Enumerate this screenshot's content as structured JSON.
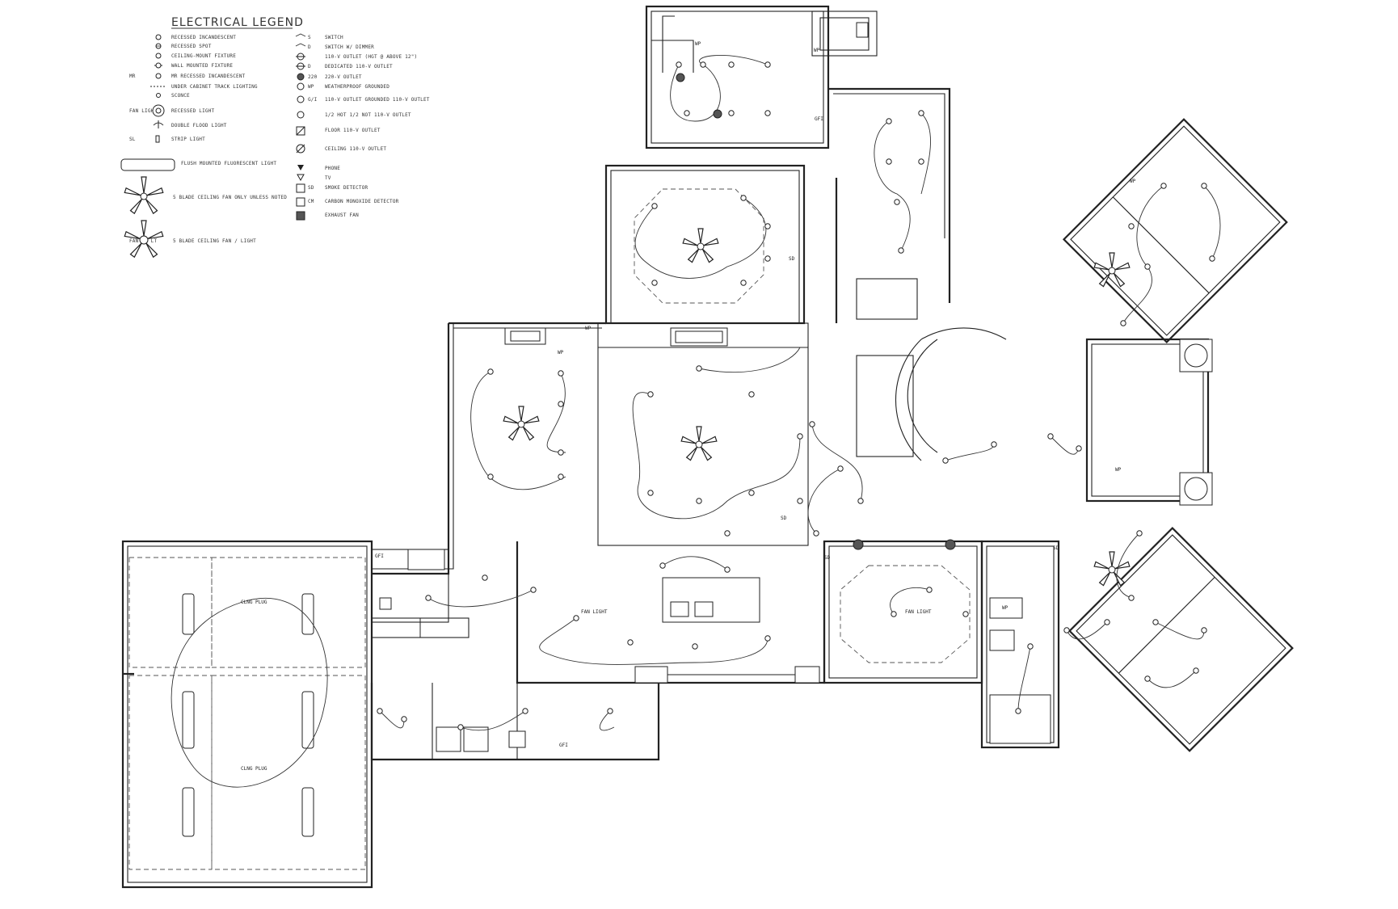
{
  "legend": {
    "title": "ELECTRICAL LEGEND",
    "items_left": [
      "RECESSED INCANDESCENT",
      "RECESSED SPOT",
      "CEILING-MOUNT FIXTURE",
      "WALL MOUNTED FIXTURE",
      "MR RECESSED INCANDESCENT",
      "UNDER CABINET TRACK LIGHTING",
      "SCONCE",
      "RECESSED LIGHT",
      "DOUBLE FLOOD LIGHT",
      "STRIP LIGHT",
      "FLUSH MOUNTED FLUORESCENT LIGHT",
      "5 BLADE CEILING FAN ONLY UNLESS NOTED",
      "5 BLADE CEILING FAN / LIGHT"
    ],
    "items_right": [
      "SWITCH",
      "SWITCH W/ DIMMER",
      "110-V OUTLET (HGT @ ABOVE 12\")",
      "DEDICATED 110-V OUTLET",
      "220-V OUTLET",
      "WEATHERPROOF GROUNDED",
      "110-V OUTLET GROUNDED 110-V OUTLET",
      "1/2 HOT 1/2 NOT 110-V OUTLET",
      "FLOOR 110-V OUTLET",
      "CEILING 110-V OUTLET",
      "PHONE",
      "TV",
      "SMOKE DETECTOR",
      "CARBON MONOXIDE DETECTOR",
      "EXHAUST FAN"
    ],
    "symbols_right": [
      "S",
      "D",
      "",
      "D",
      "220",
      "WP",
      "G/I",
      "",
      "",
      "",
      "",
      "",
      "SD",
      "CM",
      ""
    ],
    "symbols_left": [
      "",
      "",
      "",
      "",
      "MR",
      "",
      "",
      "FAN LIGHT",
      "",
      "SL",
      "",
      "",
      "FAN W/ LT"
    ]
  },
  "labels": {
    "wp": "WP",
    "sd": "SD",
    "gfi": "GFI",
    "ceiling_plug": "CLNG PLUG",
    "fan_light": "FAN LIGHT"
  }
}
